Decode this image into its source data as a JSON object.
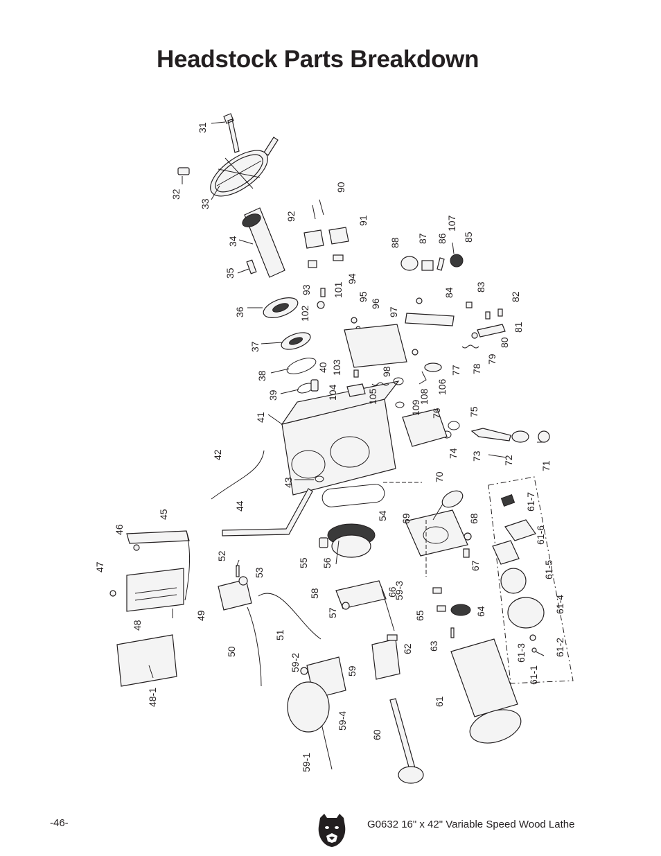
{
  "page_title": "Headstock Parts Breakdown",
  "footer": {
    "page_number": "-46-",
    "document_title": "G0632 16\" x 42\" Variable Speed Wood Lathe"
  },
  "logo_icon": "bear-head-icon",
  "callouts": [
    "31",
    "32",
    "33",
    "34",
    "35",
    "36",
    "37",
    "38",
    "39",
    "40",
    "41",
    "42",
    "43",
    "44",
    "45",
    "46",
    "47",
    "48",
    "48-1",
    "49",
    "50",
    "51",
    "52",
    "53",
    "54",
    "55",
    "56",
    "57",
    "58",
    "59",
    "59-1",
    "59-2",
    "59-3",
    "59-4",
    "60",
    "61",
    "61-1",
    "61-2",
    "61-3",
    "61-4",
    "61-5",
    "61-6",
    "61-7",
    "62",
    "63",
    "64",
    "65",
    "66",
    "67",
    "68",
    "69",
    "70",
    "71",
    "72",
    "73",
    "74",
    "75",
    "76",
    "77",
    "78",
    "79",
    "80",
    "81",
    "82",
    "83",
    "84",
    "85",
    "86",
    "87",
    "88",
    "90",
    "91",
    "92",
    "93",
    "94",
    "95",
    "96",
    "97",
    "98",
    "101",
    "102",
    "103",
    "104",
    "105",
    "106",
    "107",
    "108",
    "109"
  ]
}
